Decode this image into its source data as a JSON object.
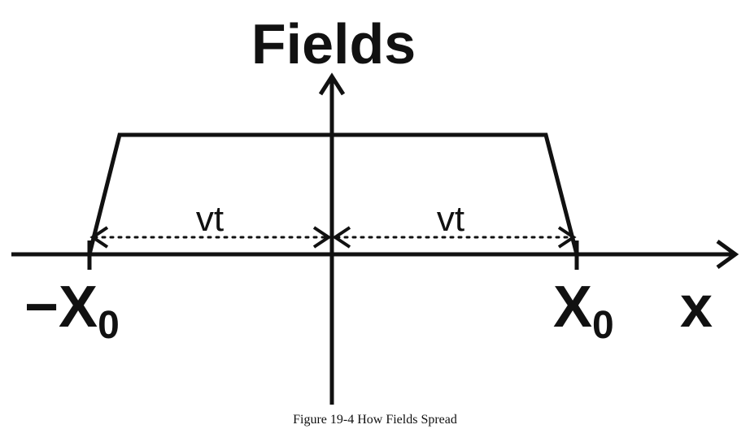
{
  "title": "Fields",
  "axis": {
    "horizontal_label": "x"
  },
  "marks": {
    "left": {
      "sign": "−",
      "letter": "X",
      "subscript": "0"
    },
    "right": {
      "letter": "X",
      "subscript": "0"
    }
  },
  "spans": {
    "left_label": "vt",
    "right_label": "vt"
  },
  "caption": "Figure 19-4 How Fields Spread",
  "colors": {
    "ink": "#111111",
    "background": "#ffffff"
  }
}
